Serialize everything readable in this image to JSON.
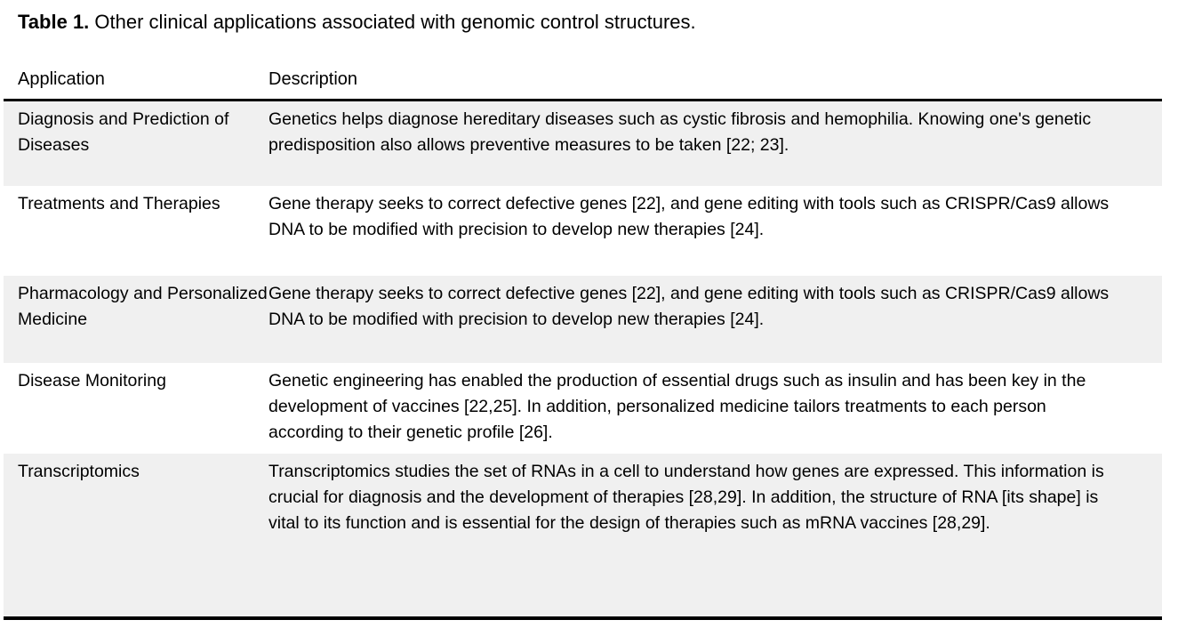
{
  "caption": {
    "label": "Table 1.",
    "text": "Other clinical applications associated with genomic control structures."
  },
  "table": {
    "columns": {
      "application": "Application",
      "description": "Description"
    },
    "rows": [
      {
        "application": "Diagnosis and Prediction of Diseases",
        "description": "Genetics helps diagnose hereditary diseases such as cystic fibrosis and hemophilia. Knowing one's genetic predisposition also allows preventive measures to be taken [22; 23].",
        "shaded": true
      },
      {
        "application": "Treatments and Therapies",
        "description": "Gene therapy seeks to correct defective genes [22], and gene editing with tools such as CRISPR/Cas9 allows DNA to be modified with precision to develop new therapies [24].",
        "shaded": false
      },
      {
        "application": "Pharmacology and Personalized Medicine",
        "description": "Gene therapy seeks to correct defective genes [22], and gene editing with tools such as CRISPR/Cas9 allows DNA to be modified with precision to develop new therapies [24].",
        "shaded": true
      },
      {
        "application": "Disease Monitoring",
        "description": "Genetic engineering has enabled the production of essential drugs such as insulin and has been key in the development of vaccines [22,25]. In addition, personalized medicine tailors treatments to each person according to their genetic profile [26].",
        "shaded": false
      },
      {
        "application": "Transcriptomics",
        "description": "Transcriptomics studies the set of RNAs in a cell to understand how genes are expressed. This information is crucial for diagnosis and the development of therapies [28,29]. In addition, the structure of RNA [its shape] is vital to its function and is essential for the design of therapies such as mRNA vaccines [28,29].",
        "shaded": true
      }
    ],
    "colors": {
      "row_shade": "#f0f0f0",
      "border": "#000000",
      "text": "#000000",
      "background": "#ffffff"
    }
  }
}
